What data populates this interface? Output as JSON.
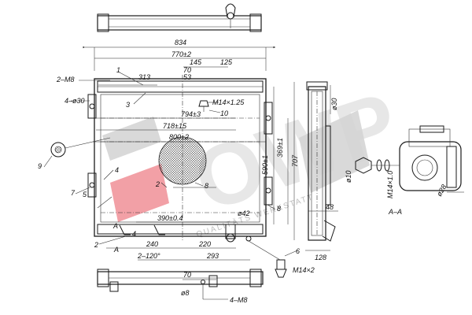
{
  "watermark": {
    "brand": "OWP",
    "tagline": "QUALITÄTS WERKSTATT",
    "brand_color": "#d0d0d0",
    "accent_color": "#f2a0a6"
  },
  "dims": {
    "d834": "834",
    "d770": "770±2",
    "d145": "145",
    "d125": "125",
    "d70": "70",
    "d53": "53",
    "d313": "313",
    "d794": "794±3",
    "d718": "718±15",
    "d800": "800±2",
    "d369": "369±1",
    "d590": "590±1",
    "d707": "707",
    "d390": "390±0.4",
    "d240": "240",
    "d220": "220",
    "d293": "293",
    "d48": "48",
    "d128": "128",
    "d30": "ø30",
    "d10": "ø10",
    "d28": "ø28",
    "d42": "ø42",
    "d8": "ø8",
    "d70b": "70"
  },
  "callouts": {
    "c1": "1",
    "c2": "2",
    "c3": "3",
    "c4": "4",
    "c5": "5",
    "c6": "6",
    "c7": "7",
    "c8": "8",
    "c9": "9",
    "c10": "10",
    "c2b": "2",
    "c8b": "8",
    "c4b": "4"
  },
  "notes": {
    "m8_top": "2–M8",
    "d30_left": "4–ø30",
    "m14_125": "M14×1.25",
    "angle": "2–120°",
    "m14x2": "M14×2",
    "m8_bottom": "4–M8",
    "m14x10": "M14×1.0",
    "section_aa": "A–A",
    "a_top": "A",
    "a_bottom": "A"
  }
}
